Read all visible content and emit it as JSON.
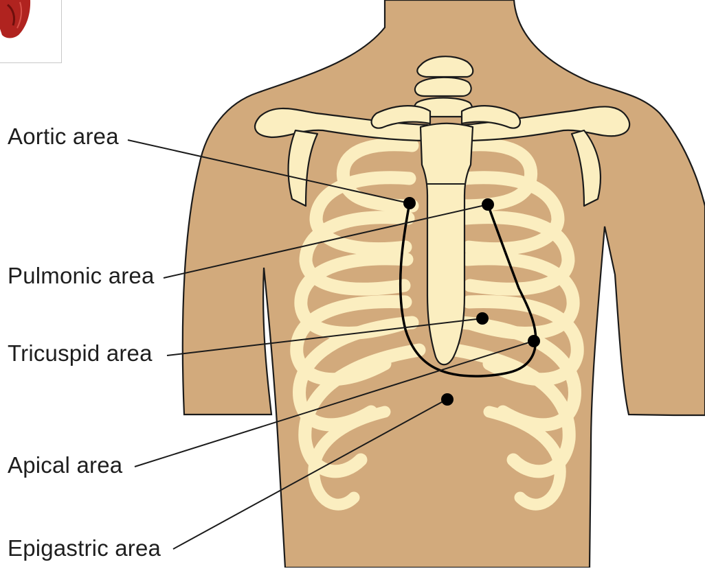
{
  "labels": {
    "aortic": "Aortic area",
    "pulmonic": "Pulmonic area",
    "tricuspid": "Tricuspid area",
    "apical": "Apical area",
    "epigastric": "Epigastric area"
  },
  "colors": {
    "skin": "#d2aa7c",
    "bone": "#fbeec0",
    "outline": "#1a1a1a",
    "marker": "#000000",
    "heart_thumbnail": "#b0231f"
  },
  "icons": [
    "heart-thumbnail"
  ]
}
